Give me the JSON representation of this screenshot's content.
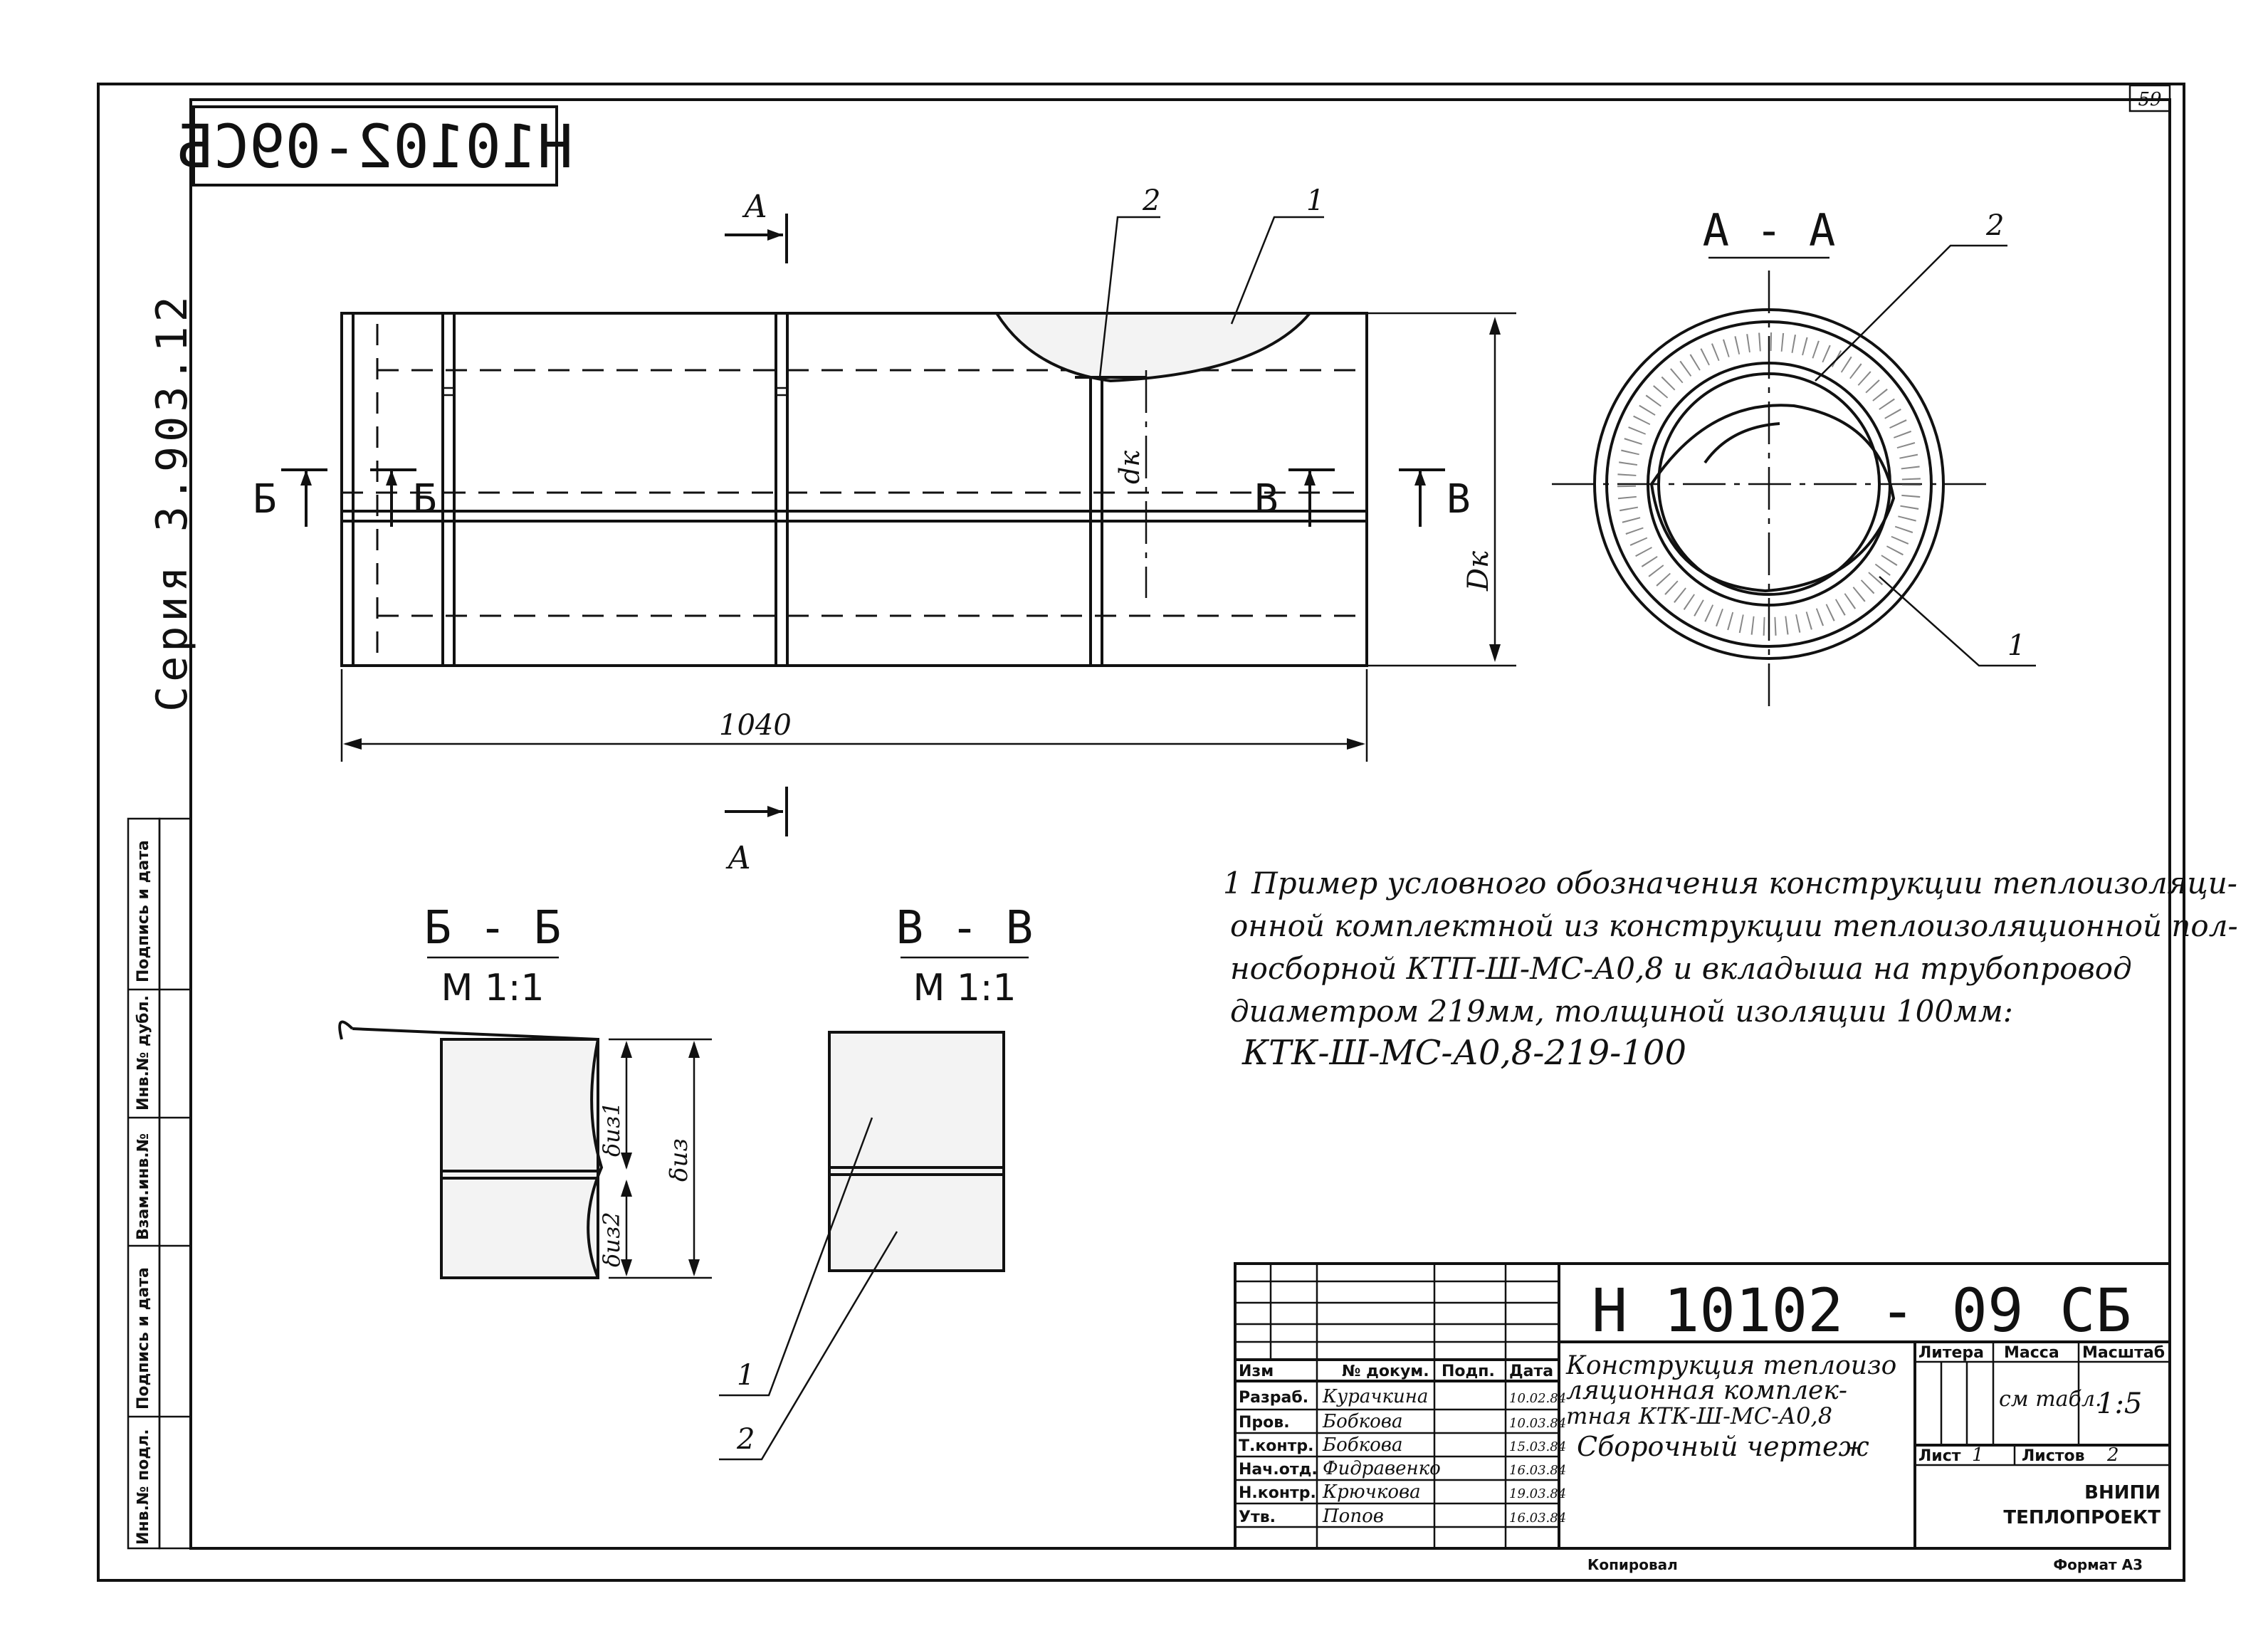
{
  "sheet": {
    "page_number": "59",
    "stamp_top_mirrored": "Н10102-09СБ",
    "series": "Серия 3.903.12",
    "format_label": "Формат А3",
    "copied_label": "Копировал"
  },
  "views": {
    "main": {
      "section_a_letter": "А",
      "section_b_letter": "Б",
      "section_v_letter": "В",
      "leader_1": "1",
      "leader_2": "2",
      "dim_length": "1040",
      "dim_dk": "Dк",
      "dim_dk_inner": "dк"
    },
    "section_aa": {
      "title": "А - А",
      "leader_1": "1",
      "leader_2": "2"
    },
    "section_bb": {
      "title": "Б - Б",
      "scale": "М 1:1",
      "dim_total": "δиз",
      "dim_layer1": "δиз1",
      "dim_layer2": "δиз2"
    },
    "section_vv": {
      "title": "В - В",
      "scale": "М 1:1",
      "leader_1": "1",
      "leader_2": "2"
    }
  },
  "note": {
    "line1": "1 Пример условного обозначения конструкции теплоизоляци-",
    "line2": "онной комплектной из конструкции теплоизоляционной пол-",
    "line3": "носборной КТП-Ш-МС-А0,8 и вкладыша на трубопровод",
    "line4": "диаметром 219мм, толщиной изоляции 100мм:",
    "line5": "КТК-Ш-МС-А0,8-219-100"
  },
  "title_block": {
    "doc_code": "Н 10102 - 09 СБ",
    "title_line1": "Конструкция теплоизо",
    "title_line2": "ляционная комплек-",
    "title_line3": "тная КТК-Ш-МС-А0,8",
    "title_line4": "Сборочный чертеж",
    "headers": {
      "izm": "Изм",
      "doc_no": "№ докум.",
      "sign": "Подп.",
      "date": "Дата",
      "litera": "Литера",
      "mass": "Масса",
      "scale": "Масштаб",
      "sheet": "Лист",
      "sheets": "Листов"
    },
    "mass_value": "см табл.",
    "scale_value": "1:5",
    "sheet_value": "1",
    "sheets_value": "2",
    "org_line1": "ВНИПИ",
    "org_line2": "ТЕПЛОПРОЕКТ",
    "signers": [
      {
        "role": "Разраб.",
        "name": "Курачкина",
        "date": "10.02.84"
      },
      {
        "role": "Пров.",
        "name": "Бобкова",
        "date": "10.03.84"
      },
      {
        "role": "Т.контр.",
        "name": "Бобкова",
        "date": "15.03.84"
      },
      {
        "role": "Нач.отд.",
        "name": "Фидравенко",
        "date": "16.03.84"
      },
      {
        "role": "Н.контр.",
        "name": "Крючкова",
        "date": "19.03.84"
      },
      {
        "role": "Утв.",
        "name": "Попов",
        "date": "16.03.84"
      }
    ]
  },
  "margin_fields": {
    "f1": "Подпись и дата",
    "f2": "Инв.№ дубл.",
    "f3": "Взам.инв.№",
    "f4": "Подпись и дата",
    "f5": "Инв.№ подл."
  }
}
